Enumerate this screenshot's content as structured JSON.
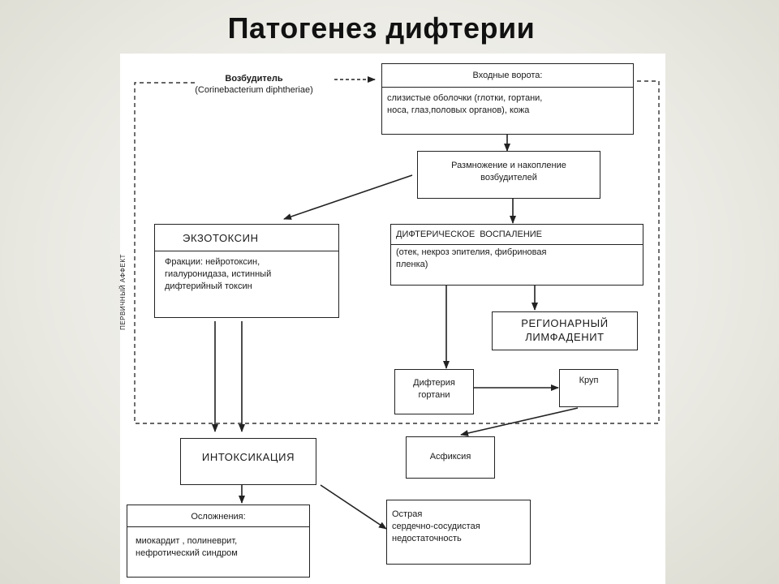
{
  "title": "Патогенез дифтерии",
  "pathogen": {
    "label": "Возбудитель",
    "species": "(Corinebacterium diphtheriae)"
  },
  "entry_gate": {
    "header": "Входные ворота:",
    "body": "слизистые оболочки (глотки, гортани,\nноса, глаз,половых органов), кожа"
  },
  "reproduction": {
    "text": "Размножение и накопление\nвозбудителей"
  },
  "exotoxin": {
    "header": "ЭКЗОТОКСИН",
    "body": "Фракции: нейротоксин,\nгиалуронидаза, истинный\nдифтерийный токсин"
  },
  "inflammation": {
    "header": "ДИФТЕРИЧЕСКОЕ  ВОСПАЛЕНИЕ",
    "body": "(отек, некроз эпителия, фибриновая\nпленка)"
  },
  "lymphadenitis": {
    "text": "РЕГИОНАРНЫЙ\nЛИМФАДЕНИТ"
  },
  "larynx": {
    "text": "Дифтерия\nгортани"
  },
  "croup": {
    "text": "Круп"
  },
  "asphyxia": {
    "text": "Асфиксия"
  },
  "intoxication": {
    "text": "ИНТОКСИКАЦИЯ"
  },
  "complications": {
    "header": "Осложнения:",
    "body": "миокардит , полиневрит,\nнефротический синдром"
  },
  "heart_failure": {
    "text": "Острая\nсердечно-сосудистая\nнедостаточность"
  },
  "side_label": "ПЕРВИЧНЫЙ АФФЕКТ",
  "colors": {
    "ink": "#222222",
    "panel": "#ffffff",
    "background": "#ecebe5"
  }
}
